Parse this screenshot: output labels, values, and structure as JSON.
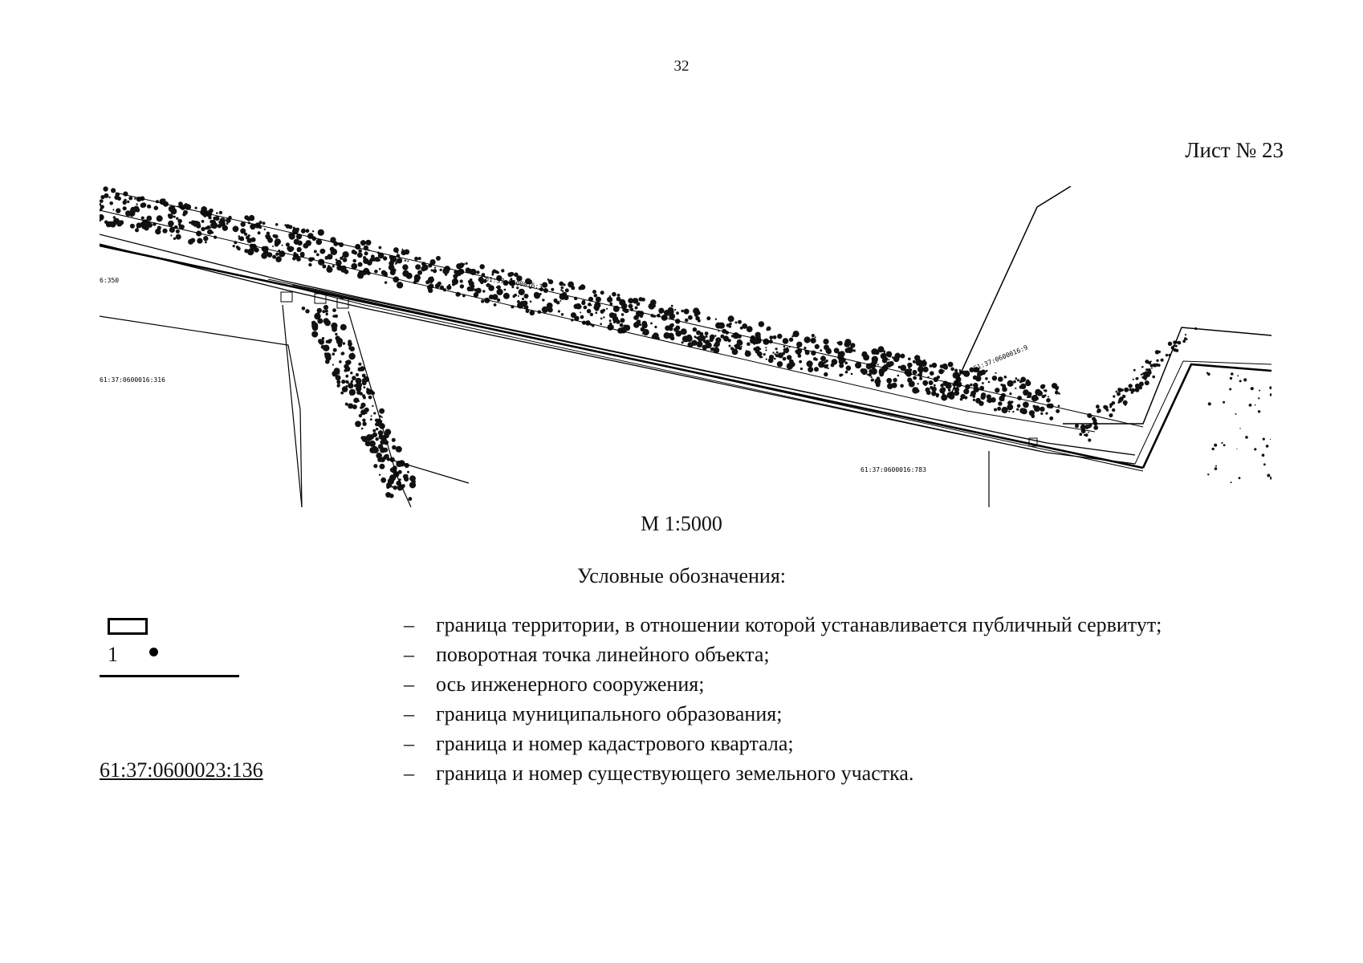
{
  "page_number": "32",
  "sheet_label": "Лист № 23",
  "map": {
    "labels": [
      "61:37:0600016:3",
      "61:37:0600016:316",
      "61:37:0600016:783",
      "61:37:0600016:9",
      "6:350"
    ],
    "colors": {
      "ink": "#000000",
      "paper": "#ffffff",
      "vegetation": "#111111"
    }
  },
  "scale": "М 1:5000",
  "legend": {
    "title": "Условные обозначения:",
    "point_number": "1",
    "cadastral_example": "61:37:0600023:136",
    "dash": "–",
    "items": [
      "граница территории, в отношении которой устанавливается публичный сервитут;",
      "поворотная точка линейного объекта;",
      "ось инженерного сооружения;",
      "граница муниципального образования;",
      "граница и номер кадастрового квартала;",
      "граница и номер существующего земельного участка."
    ]
  }
}
